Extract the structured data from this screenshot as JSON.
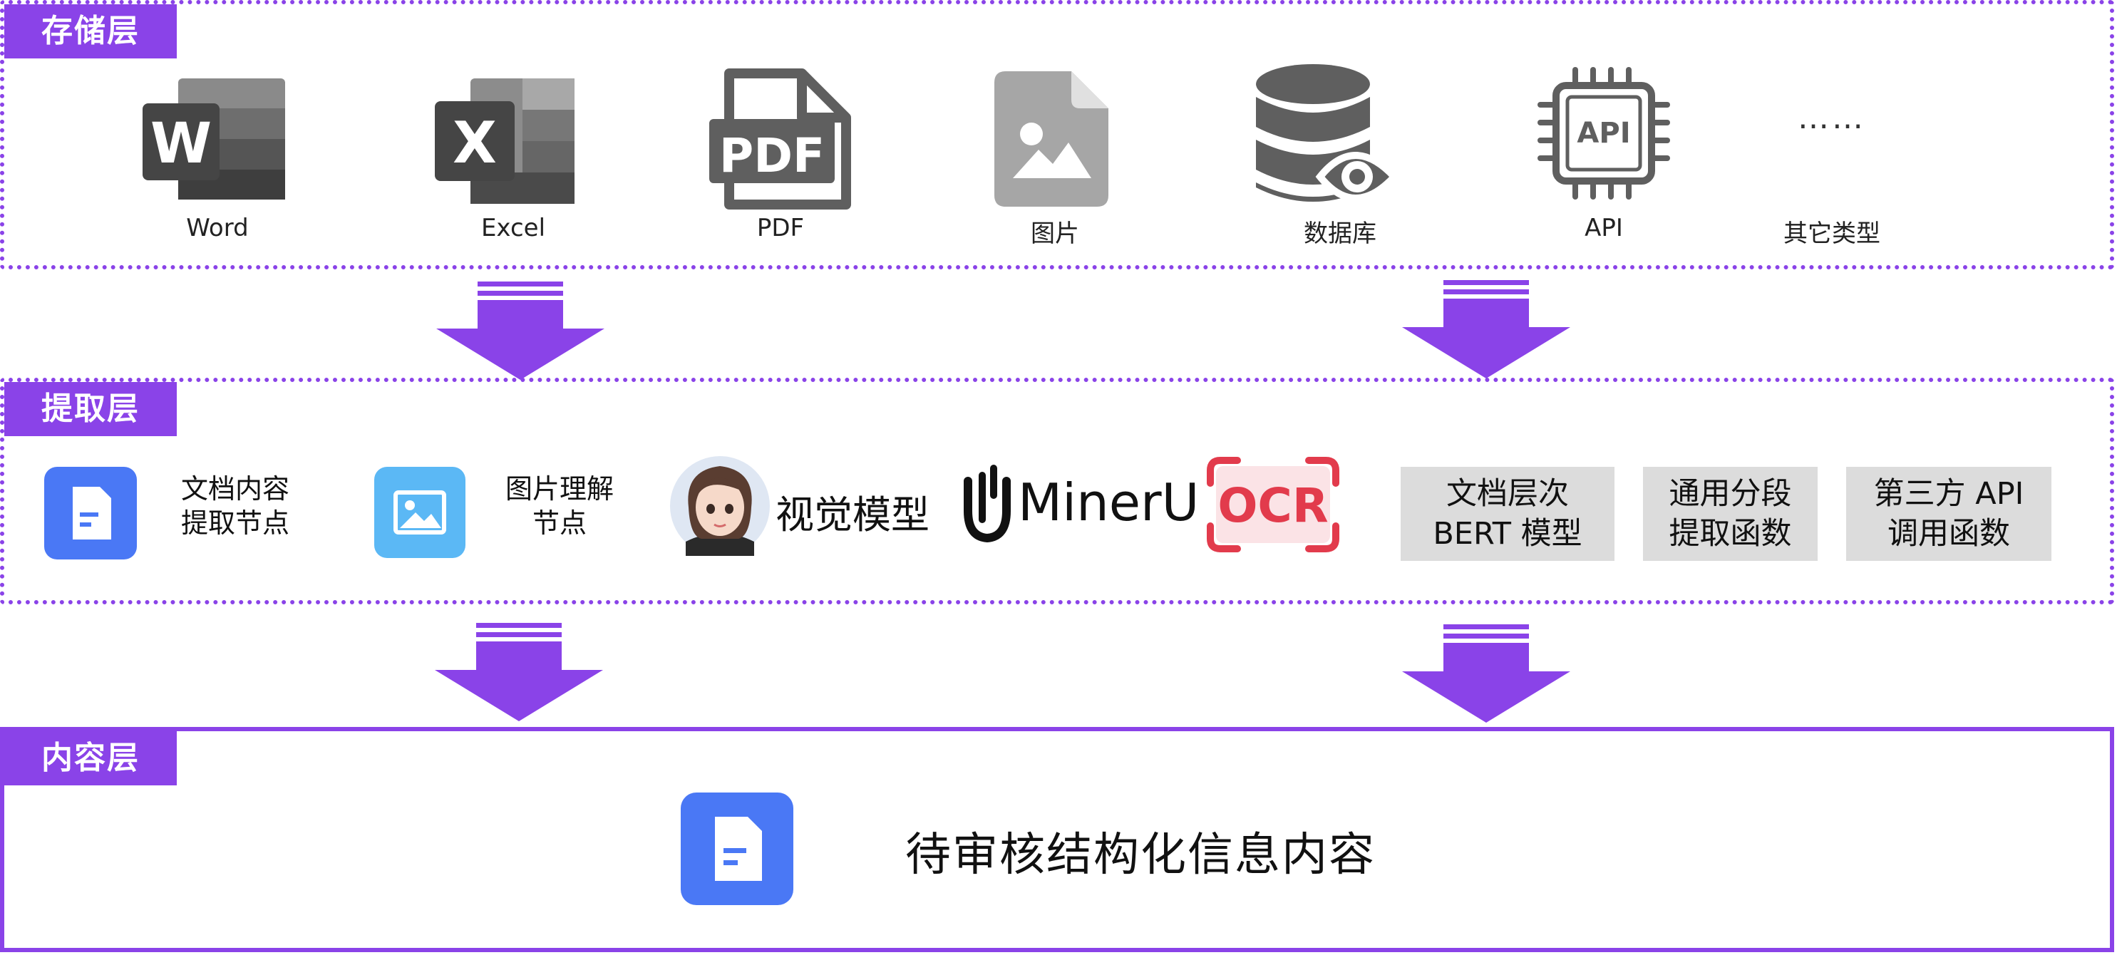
{
  "colors": {
    "accent": "#8a43e8",
    "doc_icon_blue": "#4a78f5",
    "image_icon_blue": "#5bb8f5",
    "ocr_red": "#e23b4c",
    "gray_icon": "#5f5f5f",
    "gray_box": "#dcdcdc"
  },
  "storage_layer": {
    "tag": "存储层",
    "items": [
      {
        "label": "Word",
        "icon": "word-icon"
      },
      {
        "label": "Excel",
        "icon": "excel-icon"
      },
      {
        "label": "PDF",
        "icon": "pdf-icon"
      },
      {
        "label": "图片",
        "icon": "image-file-icon"
      },
      {
        "label": "数据库",
        "icon": "database-eye-icon"
      },
      {
        "label": "API",
        "icon": "api-chip-icon"
      },
      {
        "label": "其它类型",
        "icon": "ellipsis-icon",
        "glyph": "……"
      }
    ],
    "pdf_icon_text": "PDF",
    "api_icon_text": "API"
  },
  "extraction_layer": {
    "tag": "提取层",
    "doc_node": {
      "line1": "文档内容",
      "line2": "提取节点",
      "icon": "document-icon"
    },
    "image_node": {
      "line1": "图片理解",
      "line2": "节点",
      "icon": "picture-icon"
    },
    "vision_model": {
      "label": "视觉模型",
      "icon": "avatar-icon"
    },
    "mineru": {
      "label": "MinerU",
      "icon": "mineru-logo-icon"
    },
    "ocr": {
      "label": "OCR",
      "icon": "ocr-icon"
    },
    "boxes": [
      {
        "line1": "文档层次",
        "line2": "BERT 模型"
      },
      {
        "line1": "通用分段",
        "line2": "提取函数"
      },
      {
        "line1": "第三方 API",
        "line2": "调用函数"
      }
    ]
  },
  "content_layer": {
    "tag": "内容层",
    "title": "待审核结构化信息内容",
    "icon": "document-icon"
  }
}
